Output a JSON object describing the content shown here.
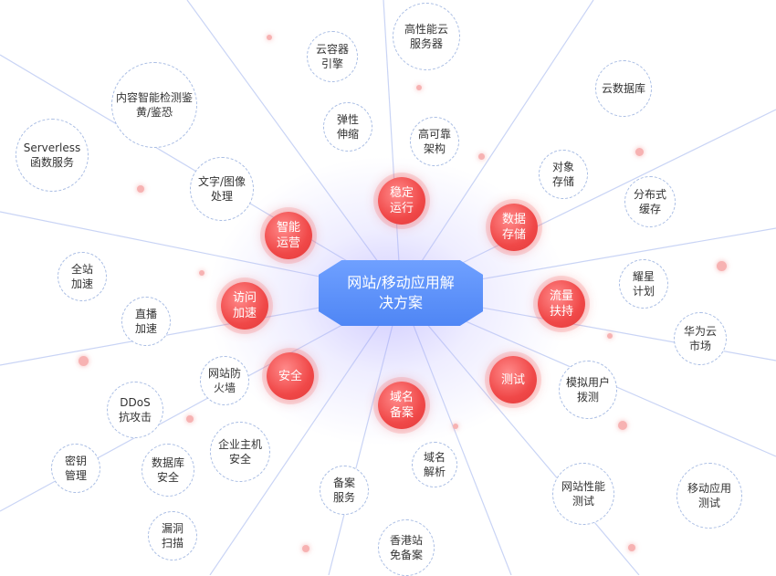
{
  "hub": {
    "label": "网站/移动应用解决方案"
  },
  "categories": [
    {
      "key": "stable",
      "label": "稳定运行"
    },
    {
      "key": "storage",
      "label": "数据存储"
    },
    {
      "key": "traffic",
      "label": "流量扶持"
    },
    {
      "key": "test",
      "label": "测试"
    },
    {
      "key": "domain",
      "label": "域名备案"
    },
    {
      "key": "security",
      "label": "安全"
    },
    {
      "key": "access",
      "label": "访问加速"
    },
    {
      "key": "ops",
      "label": "智能运营"
    }
  ],
  "leaves": [
    {
      "label": "高性能云服务器"
    },
    {
      "label": "云容器引擎"
    },
    {
      "label": "弹性伸缩"
    },
    {
      "label": "高可靠架构"
    },
    {
      "label": "云数据库"
    },
    {
      "label": "对象存储"
    },
    {
      "label": "分布式缓存"
    },
    {
      "label": "耀星计划"
    },
    {
      "label": "华为云市场"
    },
    {
      "label": "模拟用户拨测"
    },
    {
      "label": "网站性能测试"
    },
    {
      "label": "移动应用测试"
    },
    {
      "label": "域名解析"
    },
    {
      "label": "备案服务"
    },
    {
      "label": "香港站免备案"
    },
    {
      "label": "网站防火墙"
    },
    {
      "label": "企业主机安全"
    },
    {
      "label": "DDoS抗攻击"
    },
    {
      "label": "数据库安全"
    },
    {
      "label": "密钥管理"
    },
    {
      "label": "漏洞扫描"
    },
    {
      "label": "全站加速"
    },
    {
      "label": "直播加速"
    },
    {
      "label": "文字/图像处理"
    },
    {
      "label": "内容智能检测鉴黄/鉴恐"
    },
    {
      "label": "Serverless函数服务"
    }
  ],
  "colors": {
    "hub": "#4f86f5",
    "category": "#f04848",
    "ray": "#c9d4f5",
    "leaf_border": "#a9bde4",
    "dot": "#f7b2b2"
  }
}
